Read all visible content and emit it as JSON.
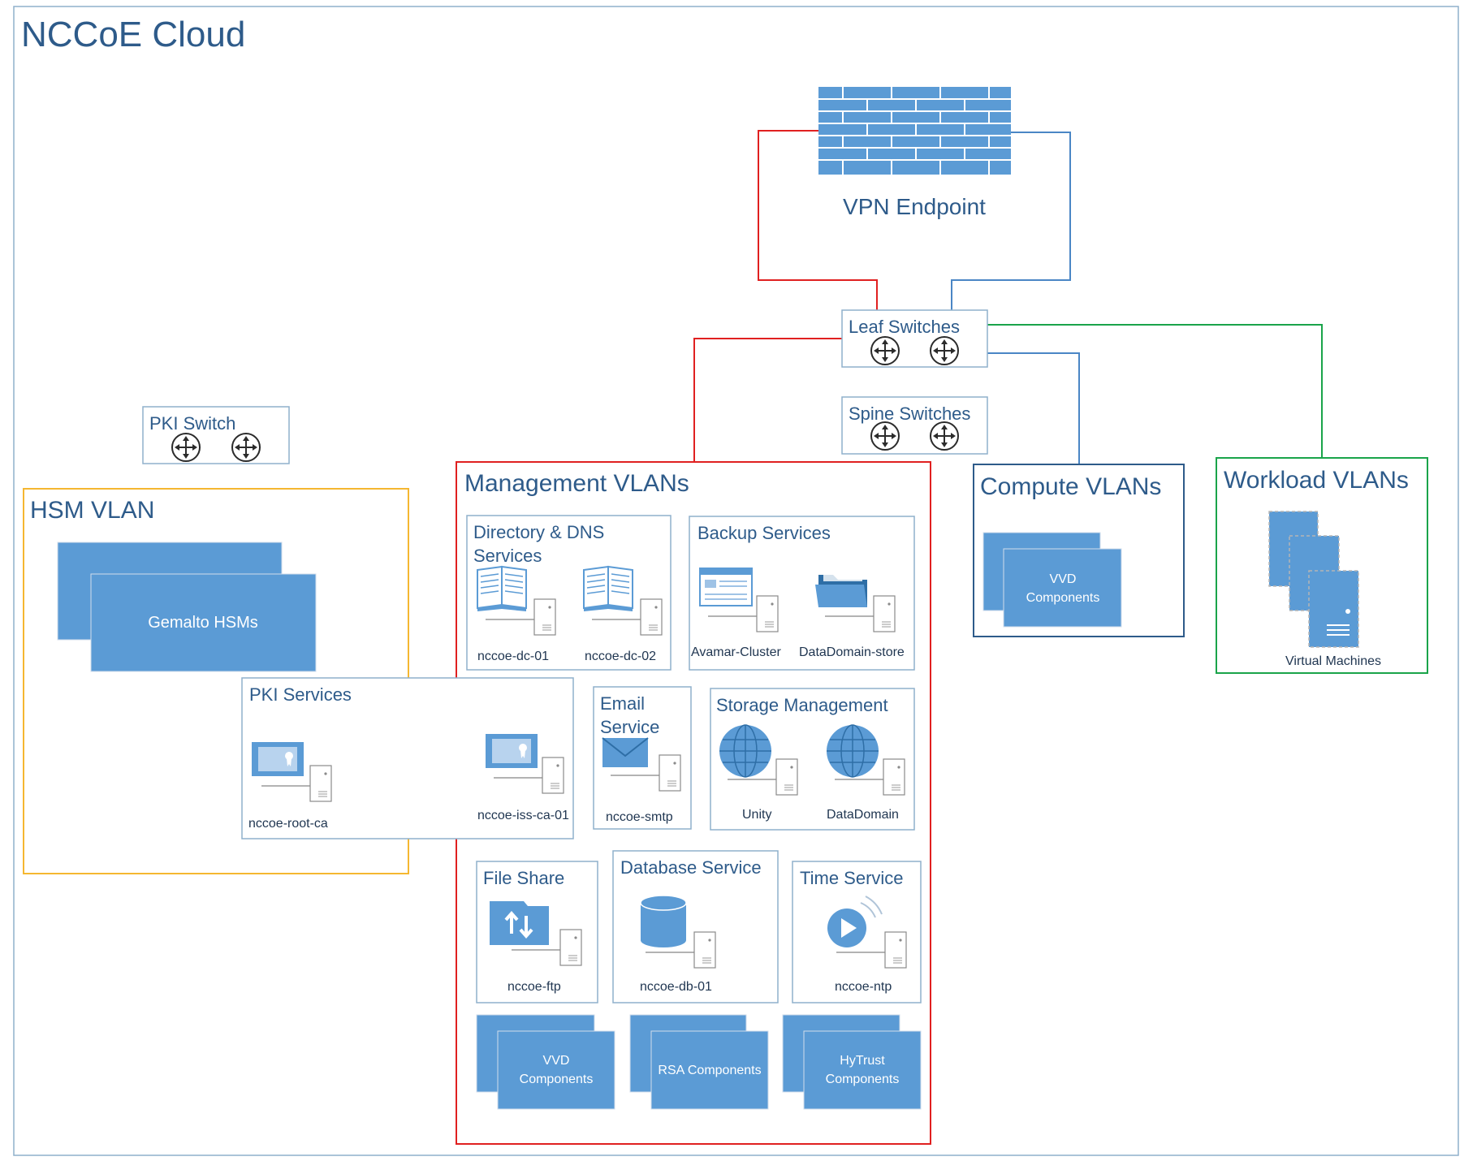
{
  "title": "NCCoE Cloud",
  "colors": {
    "accent": "#2e5b8a",
    "block_fill": "#5b9bd5",
    "line_red": "#e02020",
    "line_blue": "#4a86c5",
    "line_green": "#1aa44a",
    "hsm_border": "#f5b731"
  },
  "vpn": {
    "label": "VPN Endpoint",
    "icon": "firewall-icon"
  },
  "leaf": {
    "label": "Leaf Switches",
    "icon": "switch-icon"
  },
  "spine": {
    "label": "Spine Switches",
    "icon": "switch-icon"
  },
  "pki_switch": {
    "label": "PKI Switch",
    "icon": "switch-icon"
  },
  "hsm": {
    "title": "HSM VLAN",
    "block": "Gemalto HSMs"
  },
  "pki_services": {
    "title": "PKI Services",
    "items": [
      {
        "name": "nccoe-root-ca",
        "icon": "certificate-icon"
      },
      {
        "name": "nccoe-iss-ca-01",
        "icon": "certificate-icon"
      }
    ]
  },
  "management": {
    "title": "Management VLANs",
    "directory": {
      "title_line1": "Directory & DNS",
      "title_line2": "Services",
      "items": [
        "nccoe-dc-01",
        "nccoe-dc-02"
      ]
    },
    "backup": {
      "title": "Backup Services",
      "items": [
        "Avamar-Cluster",
        "DataDomain-store"
      ]
    },
    "email": {
      "title_line1": "Email",
      "title_line2": "Service",
      "item": "nccoe-smtp"
    },
    "storage": {
      "title": "Storage Management",
      "items": [
        "Unity",
        "DataDomain"
      ]
    },
    "file_share": {
      "title": "File Share",
      "item": "nccoe-ftp"
    },
    "database": {
      "title": "Database Service",
      "item": "nccoe-db-01"
    },
    "time": {
      "title": "Time Service",
      "item": "nccoe-ntp"
    },
    "blocks": {
      "vvd_line1": "VVD",
      "vvd_line2": "Components",
      "rsa": "RSA Components",
      "hytrust_line1": "HyTrust",
      "hytrust_line2": "Components"
    }
  },
  "compute": {
    "title": "Compute VLANs",
    "block_line1": "VVD",
    "block_line2": "Components"
  },
  "workload": {
    "title": "Workload VLANs",
    "caption": "Virtual Machines"
  }
}
